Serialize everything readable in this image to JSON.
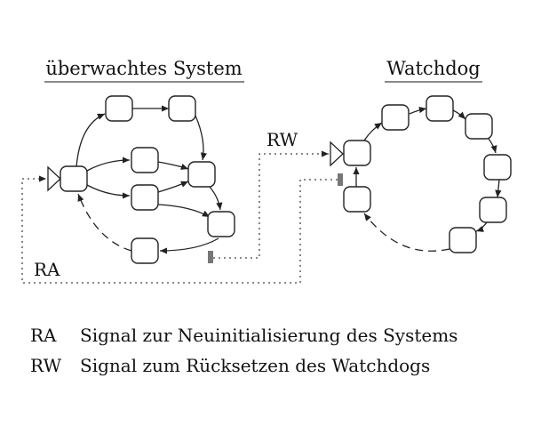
{
  "titles": {
    "system": "überwachtes System",
    "watchdog": "Watchdog"
  },
  "signals": {
    "ra_label": "RA",
    "rw_label": "RW"
  },
  "legend": [
    {
      "abbr": "RA",
      "text": "Signal zur Neuinitialisierung des Systems"
    },
    {
      "abbr": "RW",
      "text": "Signal zum Rücksetzen des Watchdogs"
    }
  ]
}
